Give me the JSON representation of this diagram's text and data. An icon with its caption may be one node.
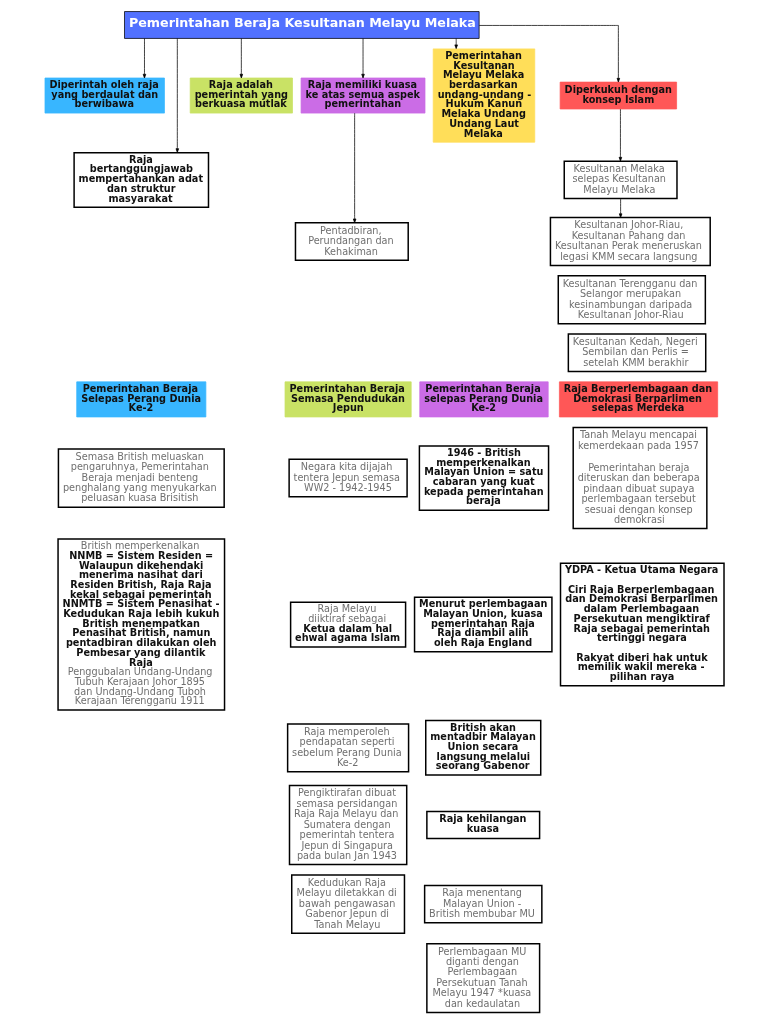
{
  "diagram": {
    "nodes": [
      {
        "text": [
          "Pemerintahan Beraja Kesultanan Melayu Melaka"
        ]
      },
      {
        "text": [
          "Diperintah oleh raja yang berdaulat dan berwibawa"
        ]
      },
      {
        "text": [
          "Raja bertanggungjawab mempertahankan adat dan struktur masyarakat"
        ]
      },
      {
        "text": [
          "Raja adalah pemerintah yang berkuasa mutlak"
        ]
      },
      {
        "text": [
          "Raja memiliki kuasa ke atas semua aspek pemerintahan"
        ]
      },
      {
        "text": [
          "Pentadbiran, Perundangan dan Kehakiman"
        ]
      },
      {
        "text": [
          "Pemerintahan Kesultanan Melayu Melaka berdasarkan undang-undang - Hukum Kanun Melaka Undang Undang Laut Melaka"
        ]
      },
      {
        "text": [
          "Diperkukuh dengan konsep Islam"
        ]
      },
      {
        "text": [
          "Kesultanan Melaka selepas Kesultanan Melayu Melaka"
        ]
      },
      {
        "text": [
          "Kesultanan Johor-Riau, Kesultanan Pahang dan Kesultanan Perak meneruskan legasi KMM secara langsung"
        ]
      },
      {
        "text": [
          "Kesultanan Terengganu dan Selangor merupakan kesinambungan daripada Kesultanan Johor-Riau"
        ]
      },
      {
        "text": [
          "Kesultanan Kedah, Negeri Sembilan dan Perlis = setelah KMM berakhir"
        ]
      },
      {
        "text": [
          "Pemerintahan Beraja Selepas Perang Dunia Ke-2"
        ]
      },
      {
        "text": [
          "Semasa British meluaskan pengaruhnya, Pemerintahan Beraja menjadi benteng penghalang yang menyukarkan peluasan kuasa Brisitish"
        ]
      },
      {
        "text": [
          "British memperkenalkan",
          "NNMB = Sistem Residen = Walaupun dikehendaki menerima nasihat dari Residen British, Raja Raja kekal sebagai pemerintah",
          "NNMTB = Sistem Penasihat - Kedudukan Raja lebih kukuh",
          "British menempatkan Penasihat British, namun pentadbiran dilakukan oleh Pembesar yang dilantik Raja",
          "Penggubalan Undang-Undang Tubuh Kerajaan Johor 1895 dan Undang-Undang Tuboh Kerajaan Terengganu 1911"
        ]
      },
      {
        "text": [
          "Pemerintahan Beraja Semasa Pendudukan Jepun"
        ]
      },
      {
        "text": [
          "Negara kita dijajah tentera Jepun semasa WW2 - 1942-1945"
        ]
      },
      {
        "text": [
          "Raja Melayu diiktiraf sebagai",
          "Ketua dalam hal ehwal agama Islam"
        ]
      },
      {
        "text": [
          "Raja memperoleh pendapatan seperti sebelum Perang Dunia Ke-2"
        ]
      },
      {
        "text": [
          "Pengiktirafan dibuat semasa persidangan Raja Raja Melayu dan Sumatera dengan pemerintah tentera Jepun di Singapura pada bulan Jan 1943"
        ]
      },
      {
        "text": [
          "Kedudukan Raja Melayu diletakkan di bawah pengawasan Gabenor Jepun di Tanah Melayu"
        ]
      },
      {
        "text": [
          "Pemerintahan Beraja selepas Perang Dunia Ke-2"
        ]
      },
      {
        "text": [
          "1946 - British memperkenalkan Malayan Union = satu cabaran yang kuat kepada pemerintahan beraja"
        ]
      },
      {
        "text": [
          "Menurut perlembagaan Malayan Union, kuasa pemerintahan Raja Raja diambil alih oleh Raja England"
        ]
      },
      {
        "text": [
          "British akan mentadbir Malayan Union secara langsung melalui seorang Gabenor"
        ]
      },
      {
        "text": [
          "Raja kehilangan kuasa"
        ]
      },
      {
        "text": [
          "Raja menentang Malayan Union - British membubar MU"
        ]
      },
      {
        "text": [
          "Perlembagaan MU diganti dengan Perlembagaan Persekutuan Tanah Melayu 1947 *kuasa dan kedaulatan"
        ]
      },
      {
        "text": [
          "Raja Berperlembagaan dan Demokrasi Berparlimen selepas Merdeka"
        ]
      },
      {
        "text": [
          "Tanah Melayu mencapai kemerdekaan pada 1957",
          "Pemerintahan beraja diteruskan dan beberapa pindaan dibuat supaya perlembagaan tersebut sesuai dengan konsep demokrasi"
        ]
      },
      {
        "text": [
          "YDPA - Ketua Utama Negara",
          "Ciri Raja Berperlembagaan dan Demokrasi Berparlimen dalam Perlembagaan Persekutuan mengiktiraf Raja sebagai pemerintah tertinggi negara",
          "Rakyat diberi hak untuk memilik wakil mereka - pilihan raya"
        ]
      }
    ],
    "edges": [
      {
        "from": 0,
        "to": 1,
        "arrow": "to"
      },
      {
        "from": 0,
        "to": 2,
        "arrow": "to"
      },
      {
        "from": 0,
        "to": 3,
        "arrow": "to"
      },
      {
        "from": 0,
        "to": 4,
        "arrow": "to"
      },
      {
        "from": 0,
        "to": 6,
        "arrow": "to"
      },
      {
        "from": 0,
        "to": 7,
        "arrow": "to"
      },
      {
        "from": 4,
        "to": 5,
        "arrow": "to"
      },
      {
        "from": 7,
        "to": 8,
        "arrow": "to"
      },
      {
        "from": 8,
        "to": 9,
        "arrow": "to"
      }
    ]
  }
}
